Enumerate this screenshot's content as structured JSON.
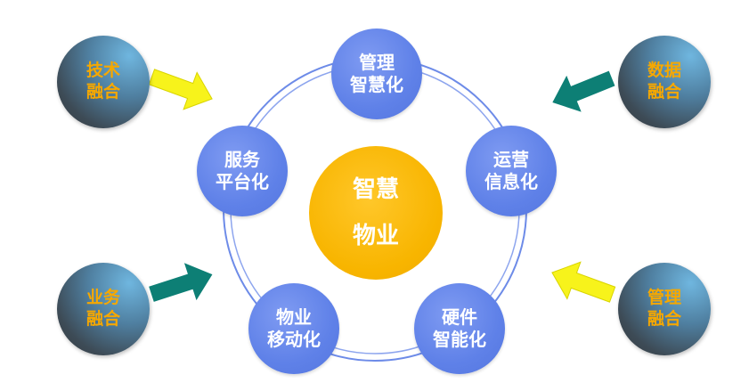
{
  "center": {
    "line1": "智慧",
    "line2": "物业"
  },
  "inner_nodes": [
    {
      "id": "management",
      "line1": "管理",
      "line2": "智慧化"
    },
    {
      "id": "operation",
      "line1": "运营",
      "line2": "信息化"
    },
    {
      "id": "hardware",
      "line1": "硬件",
      "line2": "智能化"
    },
    {
      "id": "property",
      "line1": "物业",
      "line2": "移动化"
    },
    {
      "id": "service",
      "line1": "服务",
      "line2": "平台化"
    }
  ],
  "outer_nodes": [
    {
      "id": "tech",
      "line1": "技术",
      "line2": "融合",
      "arrow_color": "#f7f31b"
    },
    {
      "id": "data",
      "line1": "数据",
      "line2": "融合",
      "arrow_color": "#0d7f75"
    },
    {
      "id": "business",
      "line1": "业务",
      "line2": "融合",
      "arrow_color": "#0d7f75"
    },
    {
      "id": "manage",
      "line1": "管理",
      "line2": "融合",
      "arrow_color": "#f7f31b"
    }
  ],
  "colors": {
    "inner_node": "#5f81e8",
    "center": "#f8b500",
    "outer_text": "#f6a800",
    "ring": "#6d8be8",
    "yellow_arrow": "#f7f31b",
    "teal_arrow": "#0d7f75"
  }
}
